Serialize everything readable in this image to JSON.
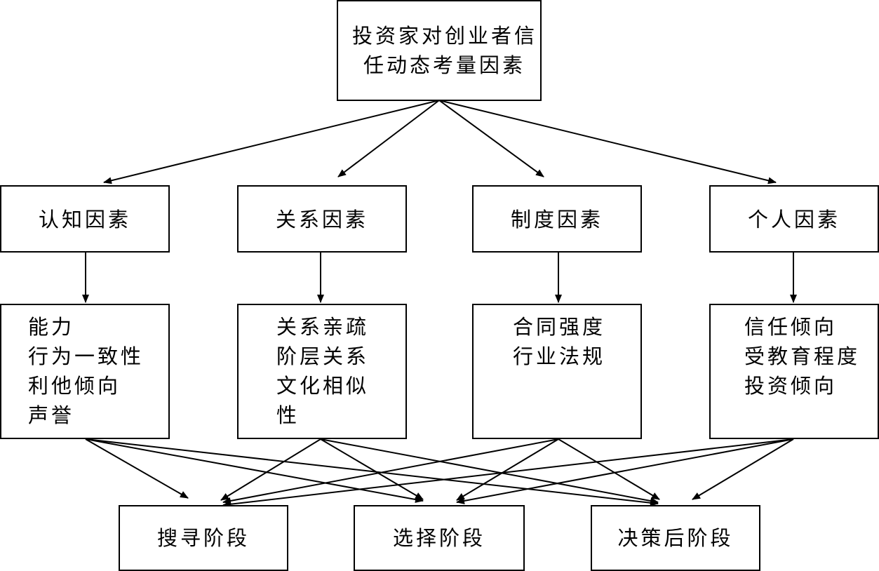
{
  "root": {
    "line1": "投资家对创业者信",
    "line2": "任动态考量因素"
  },
  "categories": [
    {
      "label": "认知因素",
      "items": [
        "能力",
        "行为一致性",
        "利他倾向",
        "声誉"
      ]
    },
    {
      "label": "关系因素",
      "items": [
        "关系亲疏",
        "阶层关系",
        "文化相似",
        "性"
      ]
    },
    {
      "label": "制度因素",
      "items": [
        "合同强度",
        "行业法规"
      ]
    },
    {
      "label": "个人因素",
      "items": [
        "信任倾向",
        "受教育程度",
        "投资倾向"
      ]
    }
  ],
  "stages": [
    {
      "label": "搜寻阶段"
    },
    {
      "label": "选择阶段"
    },
    {
      "label": "决策后阶段"
    }
  ]
}
